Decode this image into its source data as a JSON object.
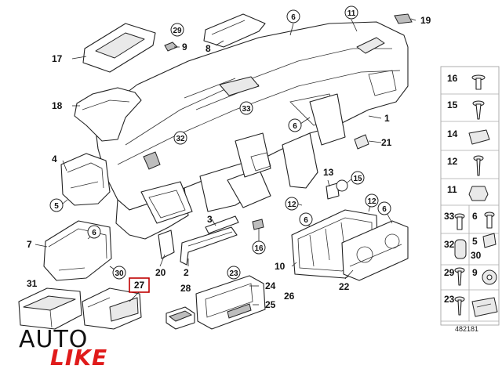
{
  "diagram": {
    "callouts": [
      {
        "id": "c1",
        "text": "1"
      },
      {
        "id": "c2",
        "text": "2"
      },
      {
        "id": "c3",
        "text": "3"
      },
      {
        "id": "c4",
        "text": "4"
      },
      {
        "id": "c5a",
        "text": "5"
      },
      {
        "id": "c6a",
        "text": "6"
      },
      {
        "id": "c6b",
        "text": "6"
      },
      {
        "id": "c6c",
        "text": "6"
      },
      {
        "id": "c6d",
        "text": "6"
      },
      {
        "id": "c6e",
        "text": "6"
      },
      {
        "id": "c7",
        "text": "7"
      },
      {
        "id": "c8",
        "text": "8"
      },
      {
        "id": "c9",
        "text": "9"
      },
      {
        "id": "c10",
        "text": "10"
      },
      {
        "id": "c11",
        "text": "11"
      },
      {
        "id": "c12a",
        "text": "12"
      },
      {
        "id": "c12b",
        "text": "12"
      },
      {
        "id": "c13",
        "text": "13"
      },
      {
        "id": "c15",
        "text": "15"
      },
      {
        "id": "c16",
        "text": "16"
      },
      {
        "id": "c17",
        "text": "17"
      },
      {
        "id": "c18",
        "text": "18"
      },
      {
        "id": "c19",
        "text": "19"
      },
      {
        "id": "c20",
        "text": "20"
      },
      {
        "id": "c21",
        "text": "21"
      },
      {
        "id": "c22",
        "text": "22"
      },
      {
        "id": "c23",
        "text": "23"
      },
      {
        "id": "c24",
        "text": "24"
      },
      {
        "id": "c25",
        "text": "25"
      },
      {
        "id": "c26",
        "text": "26"
      },
      {
        "id": "c27",
        "text": "27"
      },
      {
        "id": "c28",
        "text": "28"
      },
      {
        "id": "c29",
        "text": "29"
      },
      {
        "id": "c30",
        "text": "30"
      },
      {
        "id": "c31",
        "text": "31"
      },
      {
        "id": "c32",
        "text": "32"
      },
      {
        "id": "c33",
        "text": "33"
      }
    ],
    "highlighted_part": "27",
    "highlight_color": "#c00000"
  },
  "hardware_panel": {
    "rows": [
      {
        "left": "16",
        "right": ""
      },
      {
        "left": "15",
        "right": ""
      },
      {
        "left": "14",
        "right": ""
      },
      {
        "left": "12",
        "right": ""
      },
      {
        "left": "11",
        "right": ""
      },
      {
        "left": "33",
        "right": "6"
      },
      {
        "left": "32",
        "right": "5"
      },
      {
        "left": "",
        "right": "30"
      },
      {
        "left": "29",
        "right": "9"
      },
      {
        "left": "23",
        "right": ""
      }
    ]
  },
  "diagram_code": "482181",
  "logo": {
    "line1": "AUTO",
    "line2": "LIKE",
    "accent_color": "#e01b1b"
  }
}
